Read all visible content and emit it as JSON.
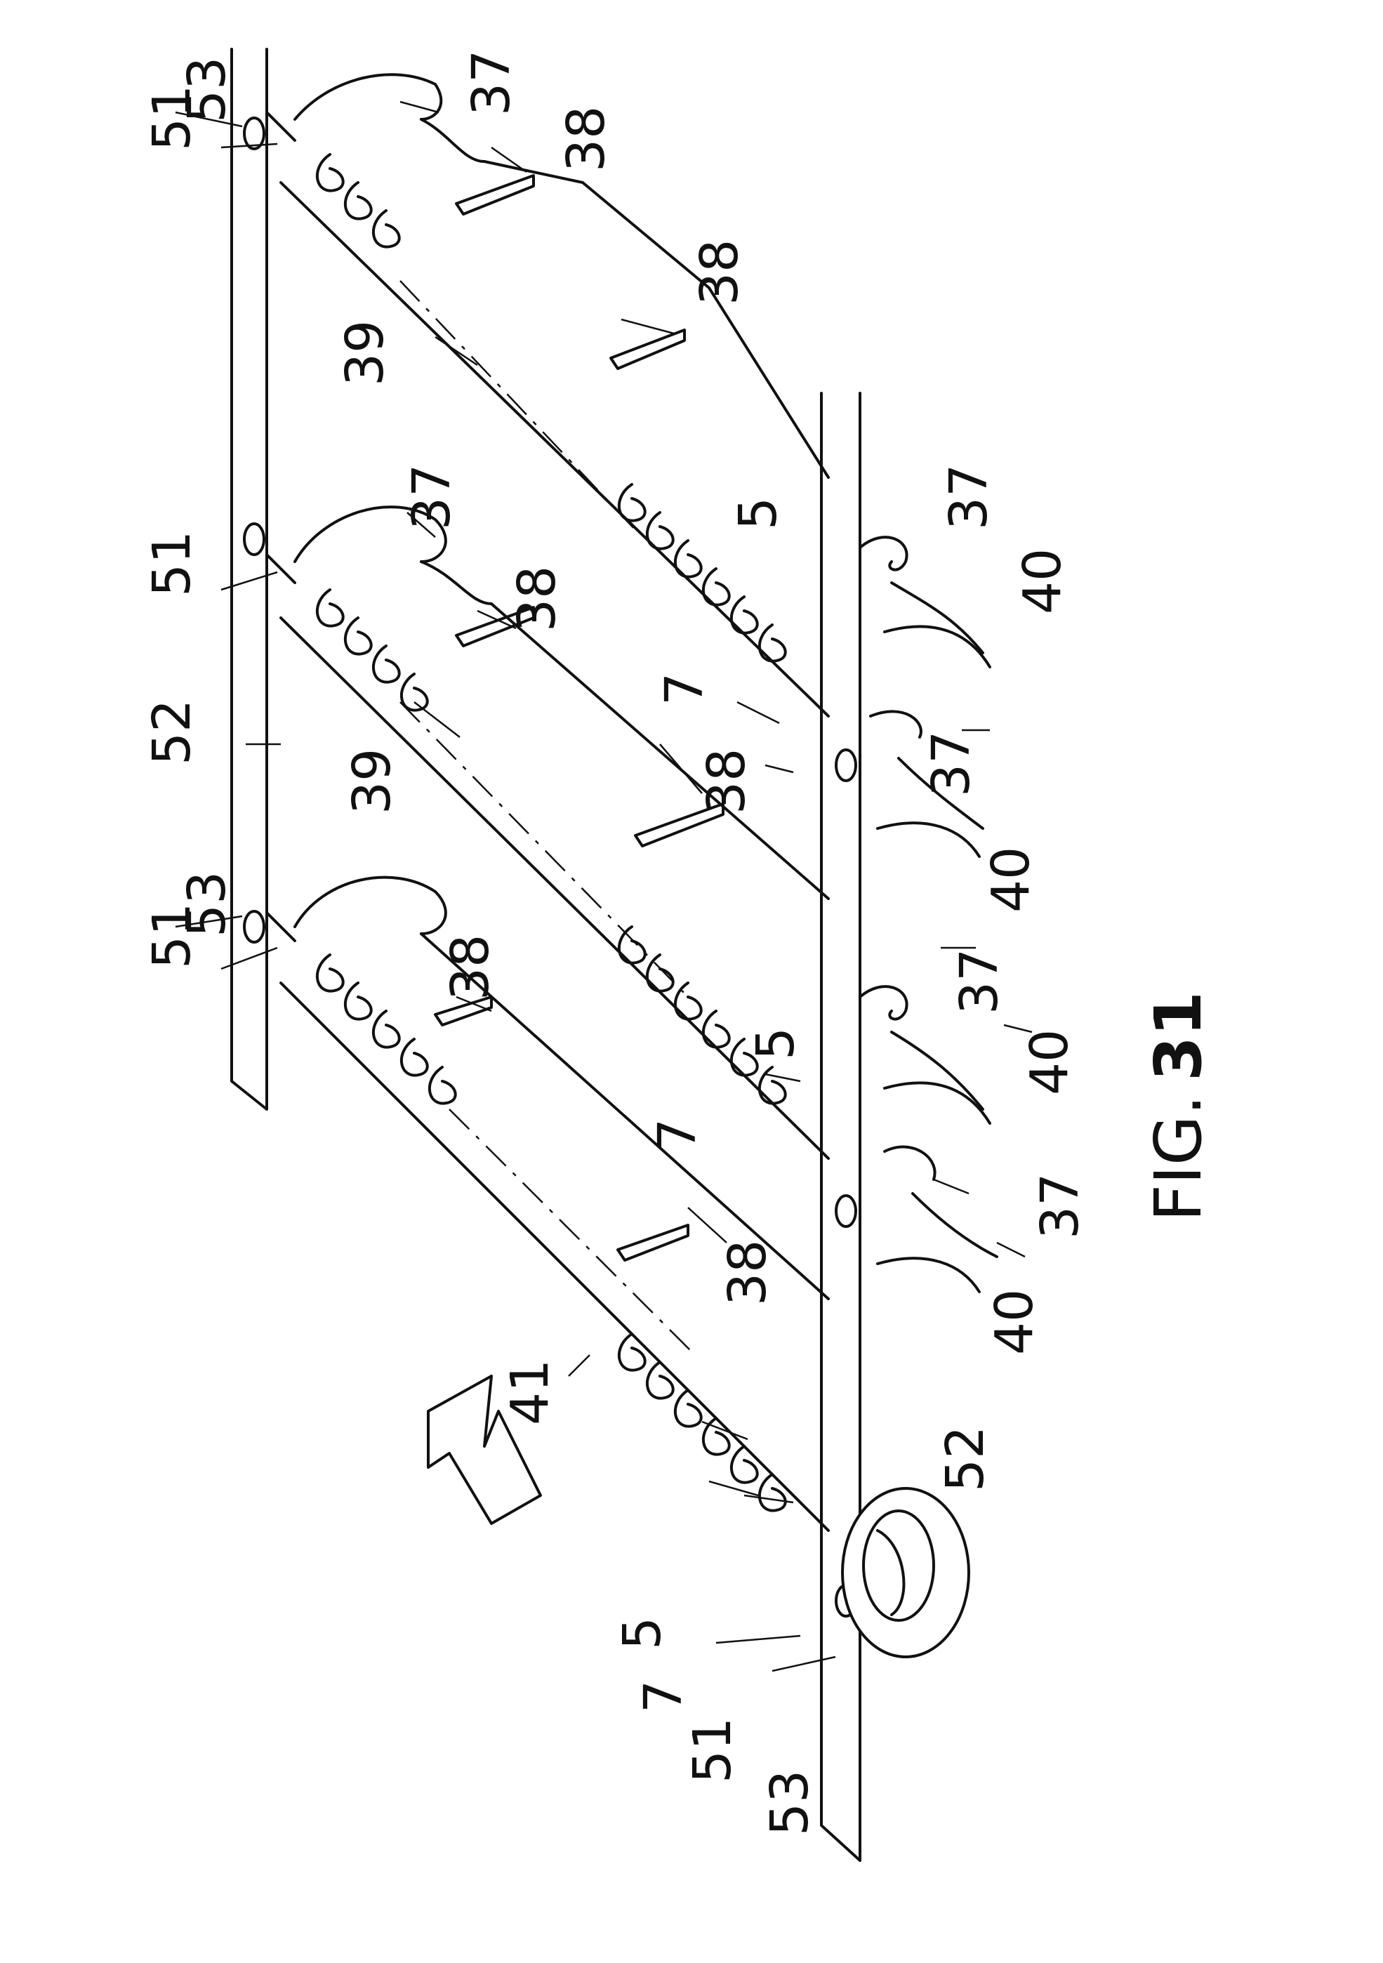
{
  "figure": {
    "caption_prefix": "FIG.",
    "caption_number": "31"
  },
  "labels": {
    "l_51_a": "51",
    "l_53_a": "53",
    "l_37_a": "37",
    "l_38_a": "38",
    "l_38_b": "38",
    "l_39_a": "39",
    "l_51_b": "51",
    "l_52_a": "52",
    "l_37_b": "37",
    "l_38_c": "38",
    "l_39_b": "39",
    "l_38_d": "38",
    "l_51_c": "51",
    "l_53_b": "53",
    "l_38_e": "38",
    "l_37_c": "37",
    "l_40_a": "40",
    "l_5_a": "5",
    "l_7_a": "7",
    "l_37_d": "37",
    "l_40_b": "40",
    "l_37_e": "37",
    "l_40_c": "40",
    "l_5_b": "5",
    "l_7_b": "7",
    "l_37_f": "37",
    "l_40_d": "40",
    "l_38_f": "38",
    "l_41": "41",
    "l_52_b": "52",
    "l_5_c": "5",
    "l_7_c": "7",
    "l_51_d": "51",
    "l_53_c": "53"
  }
}
